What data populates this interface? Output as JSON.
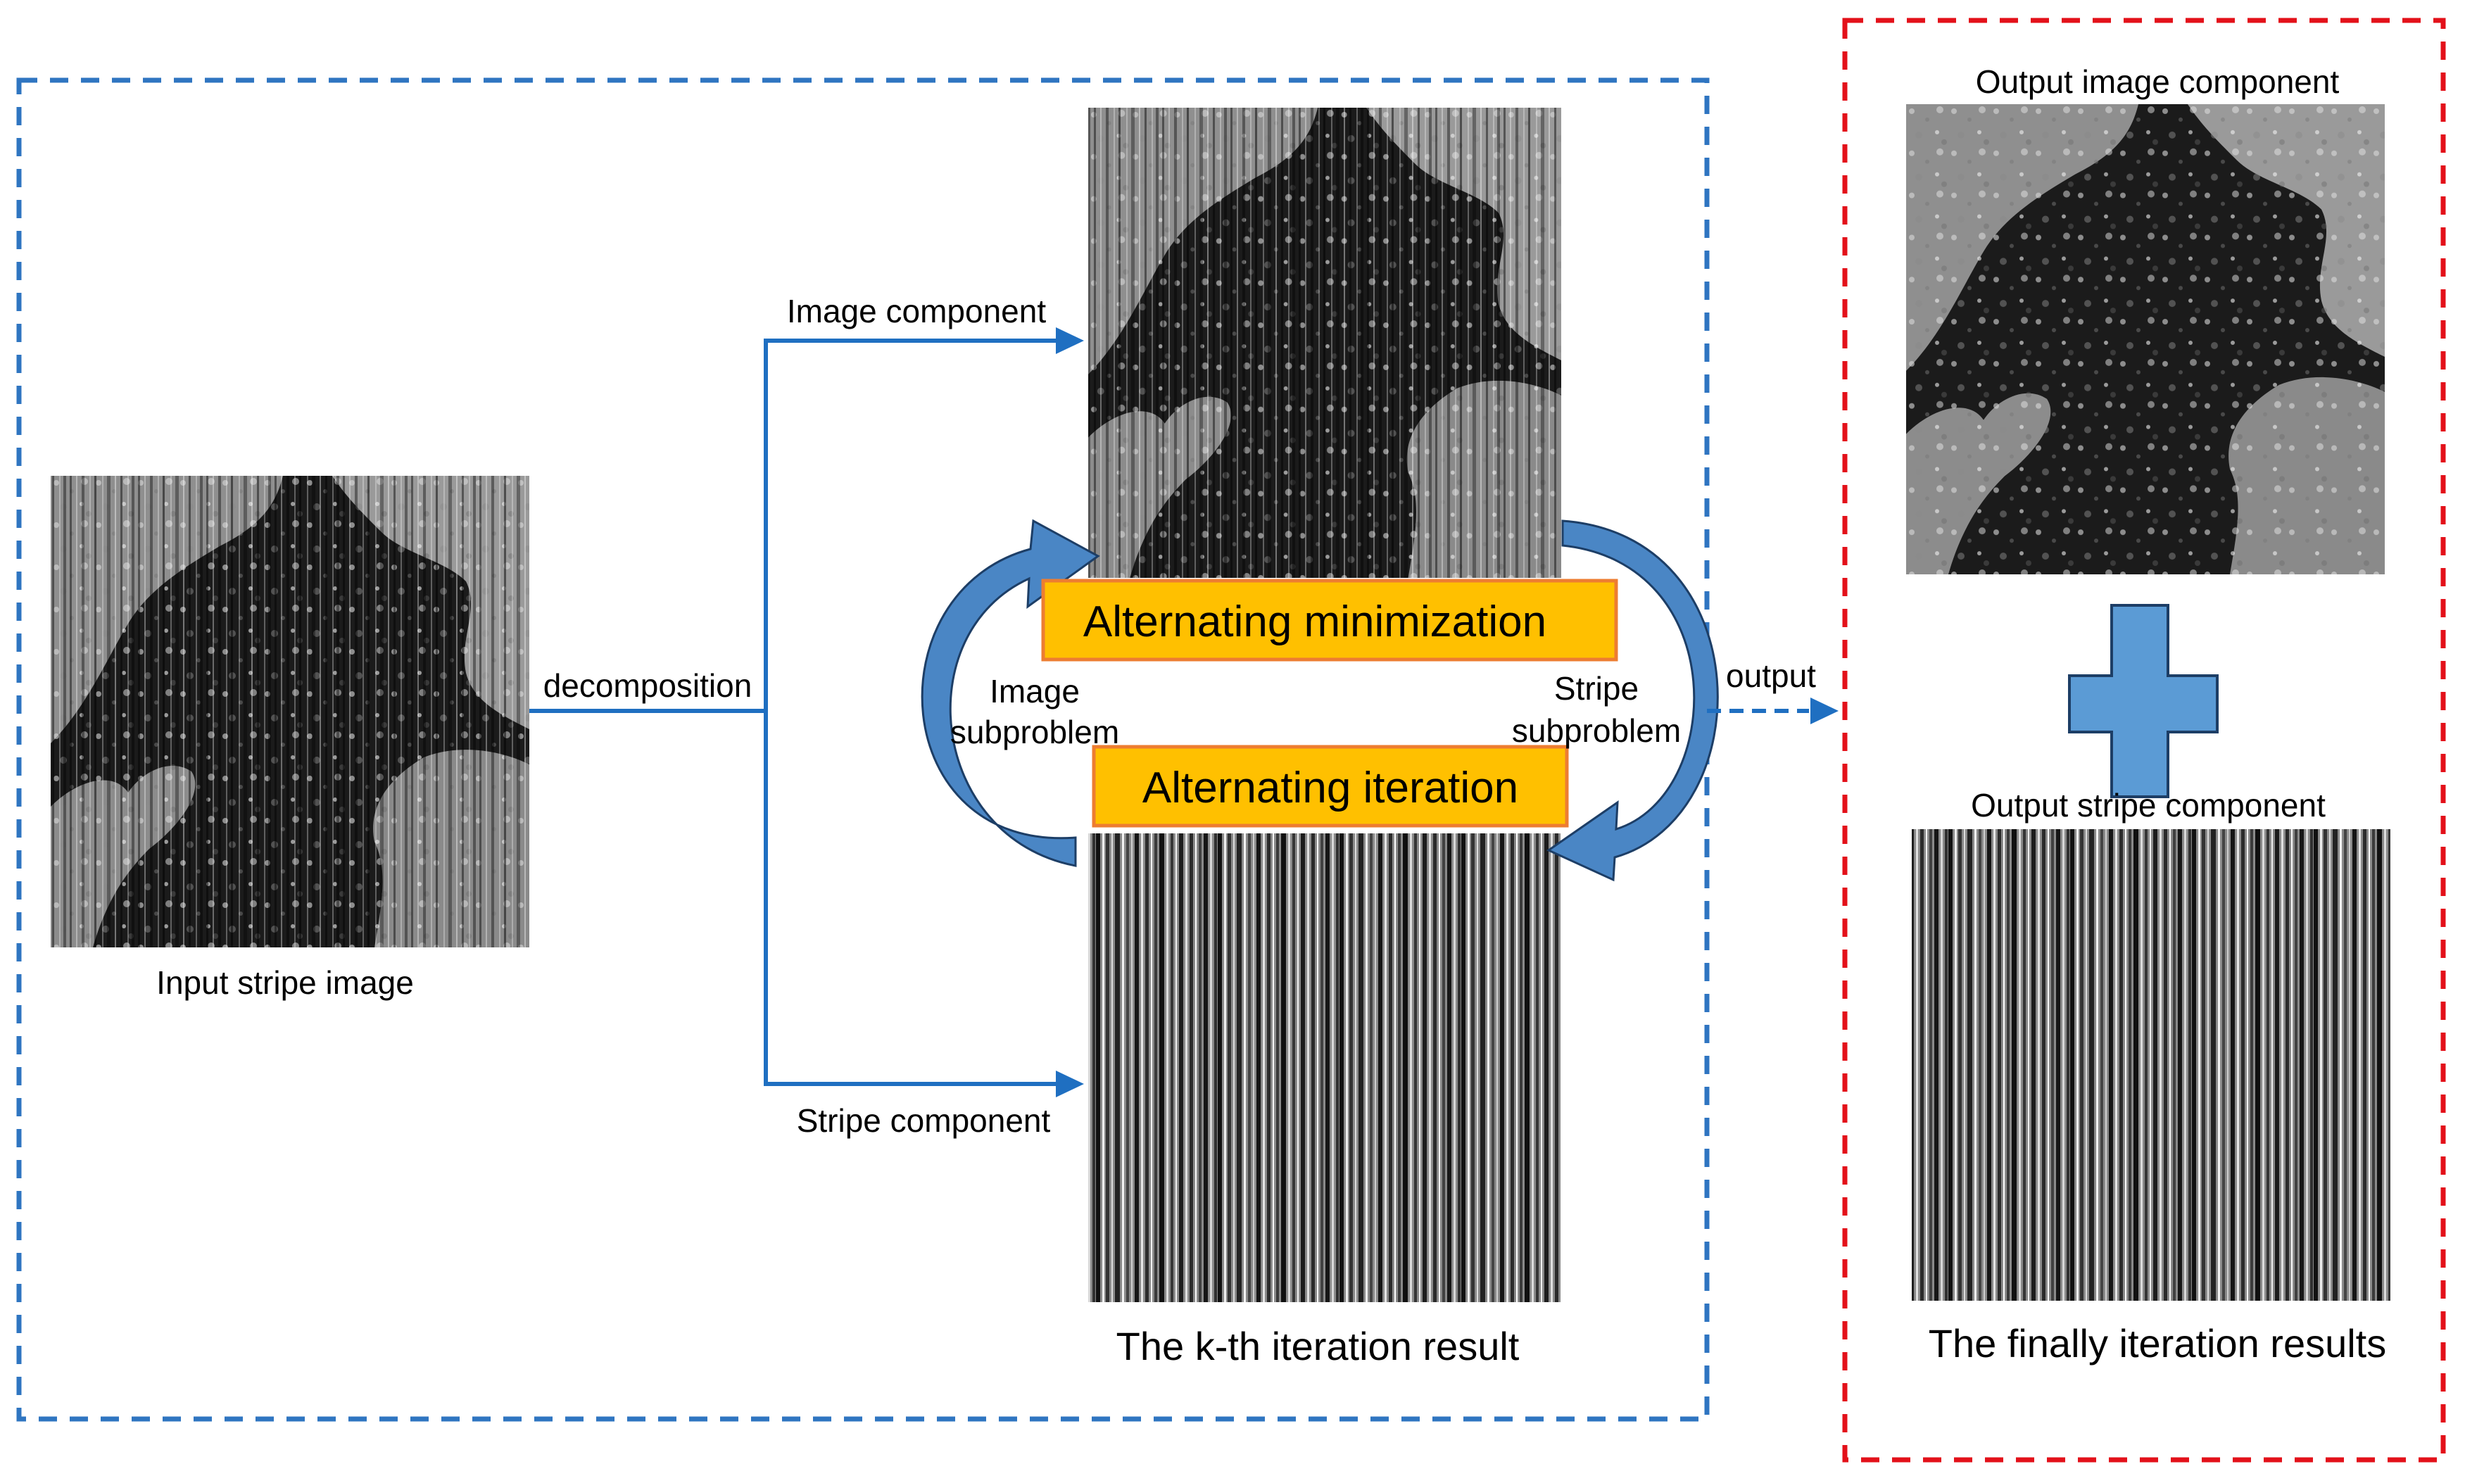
{
  "labels": {
    "input_caption": "Input stripe image",
    "decomposition": "decomposition",
    "image_component": "Image component",
    "stripe_component": "Stripe component",
    "alt_min": "Alternating minimization",
    "alt_iter": "Alternating iteration",
    "image_sub_1": "Image",
    "image_sub_2": "subproblem",
    "stripe_sub_1": "Stripe",
    "stripe_sub_2": "subproblem",
    "kth_caption": "The k-th iteration result",
    "output": "output",
    "out_image_title": "Output image component",
    "out_stripe_title": "Output stripe component",
    "final_caption": "The finally iteration results"
  },
  "colors": {
    "blue_dash": "#2f75c1",
    "red_dash": "#e3111a",
    "arrow_blue": "#1f6fc1",
    "cycle_arrow": "#4a86c5",
    "orange_fill": "#ffc000",
    "orange_edge": "#ed7d31",
    "plus_fill": "#5b9bd5"
  },
  "icons": [
    "plus-icon",
    "curved-arrow-icon"
  ]
}
